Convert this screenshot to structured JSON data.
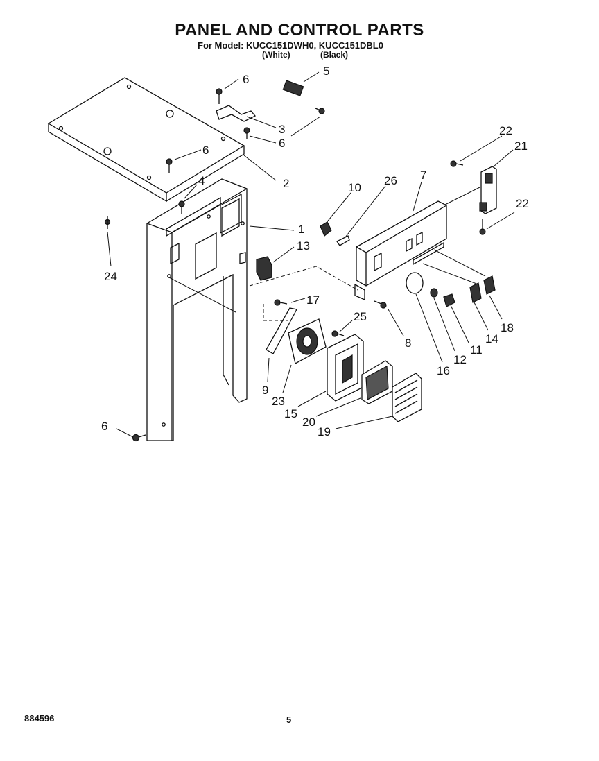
{
  "header": {
    "title": "PANEL AND CONTROL PARTS",
    "model_line": "For Model: KUCC151DWH0, KUCC151DBL0",
    "color_white": "(White)",
    "color_black": "(Black)"
  },
  "callouts": [
    {
      "id": "c6a",
      "label": "6"
    },
    {
      "id": "c5",
      "label": "5"
    },
    {
      "id": "c3",
      "label": "3"
    },
    {
      "id": "c6b",
      "label": "6"
    },
    {
      "id": "c6c",
      "label": "6"
    },
    {
      "id": "c2",
      "label": "2"
    },
    {
      "id": "c4",
      "label": "4"
    },
    {
      "id": "c1",
      "label": "1"
    },
    {
      "id": "c24",
      "label": "24"
    },
    {
      "id": "c13",
      "label": "13"
    },
    {
      "id": "c17",
      "label": "17"
    },
    {
      "id": "c10",
      "label": "10"
    },
    {
      "id": "c26",
      "label": "26"
    },
    {
      "id": "c7",
      "label": "7"
    },
    {
      "id": "c22a",
      "label": "22"
    },
    {
      "id": "c21",
      "label": "21"
    },
    {
      "id": "c22b",
      "label": "22"
    },
    {
      "id": "c25",
      "label": "25"
    },
    {
      "id": "c8",
      "label": "8"
    },
    {
      "id": "c16",
      "label": "16"
    },
    {
      "id": "c12",
      "label": "12"
    },
    {
      "id": "c11",
      "label": "11"
    },
    {
      "id": "c14",
      "label": "14"
    },
    {
      "id": "c18",
      "label": "18"
    },
    {
      "id": "c9",
      "label": "9"
    },
    {
      "id": "c23",
      "label": "23"
    },
    {
      "id": "c15",
      "label": "15"
    },
    {
      "id": "c20",
      "label": "20"
    },
    {
      "id": "c19",
      "label": "19"
    },
    {
      "id": "c6d",
      "label": "6"
    }
  ],
  "footer": {
    "doc_number": "884596",
    "page_number": "5"
  }
}
